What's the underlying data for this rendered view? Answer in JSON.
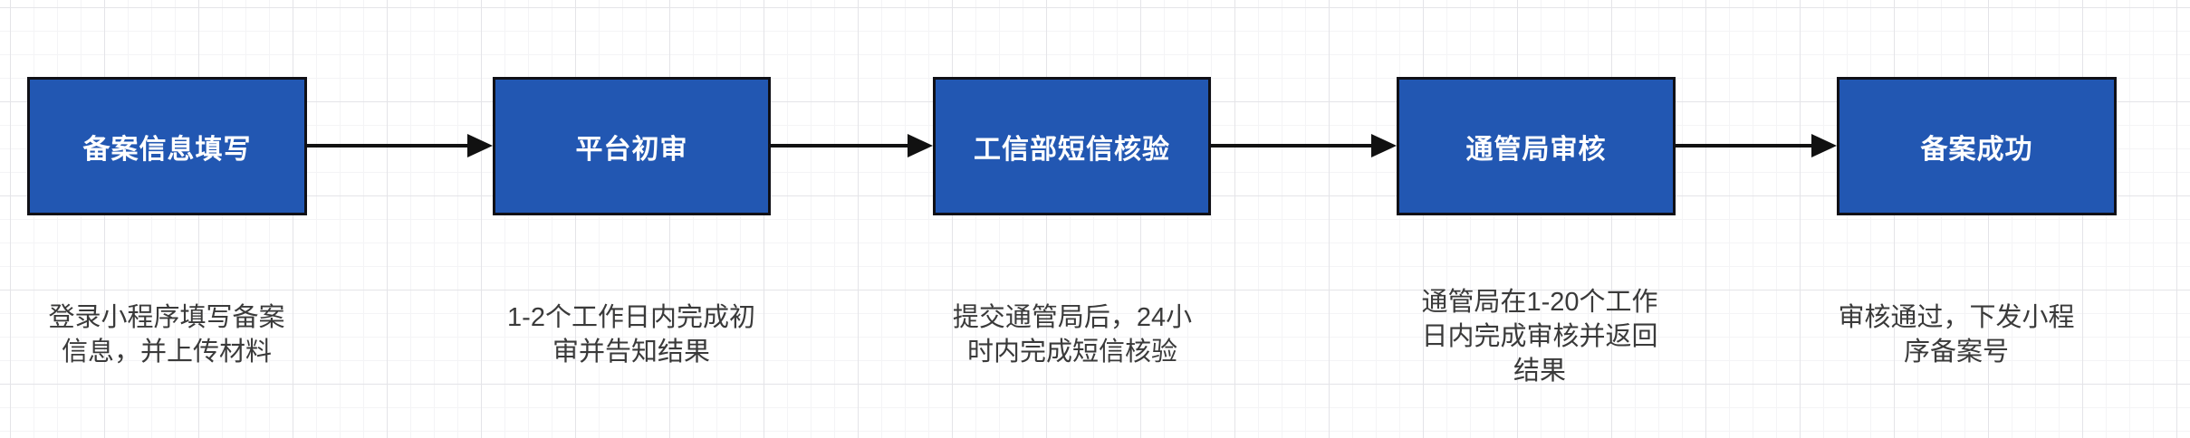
{
  "diagram": {
    "type": "flowchart",
    "direction": "left-to-right",
    "colors": {
      "background": "#ffffff",
      "grid_minor": "#f4f4f6",
      "grid_major": "#e4e4e8",
      "node_fill": "#2257b2",
      "node_border": "#101016",
      "node_text": "#ffffff",
      "arrow": "#111111",
      "caption_text": "#3a3a3a"
    },
    "steps": [
      {
        "label": "备案信息填写",
        "description": "登录小程序填写备案\n信息，并上传材料"
      },
      {
        "label": "平台初审",
        "description": "1-2个工作日内完成初\n审并告知结果"
      },
      {
        "label": "工信部短信核验",
        "description": "提交通管局后，24小\n时内完成短信核验"
      },
      {
        "label": "通管局审核",
        "description": "通管局在1-20个工作\n日内完成审核并返回\n结果"
      },
      {
        "label": "备案成功",
        "description": "审核通过，下发小程\n序备案号"
      }
    ],
    "connectors": [
      {
        "from": "备案信息填写",
        "to": "平台初审",
        "style": "arrow-right"
      },
      {
        "from": "平台初审",
        "to": "工信部短信核验",
        "style": "arrow-right"
      },
      {
        "from": "工信部短信核验",
        "to": "通管局审核",
        "style": "arrow-right"
      },
      {
        "from": "通管局审核",
        "to": "备案成功",
        "style": "arrow-right"
      }
    ]
  }
}
